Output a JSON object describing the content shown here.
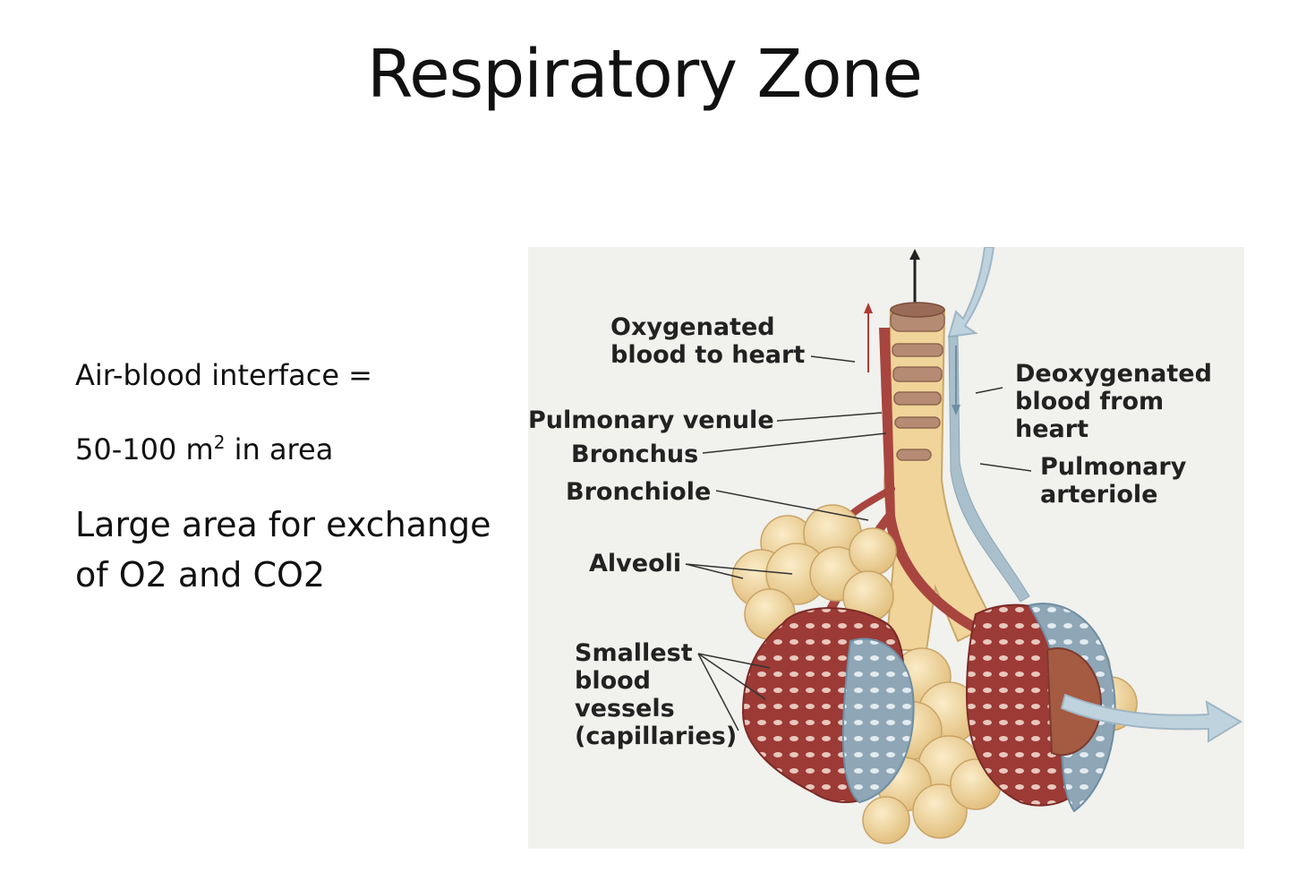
{
  "slide": {
    "title": "Respiratory Zone",
    "bullets": {
      "interface_label": "Air-blood interface =",
      "area_value": "50-100 m",
      "area_exponent": "2",
      "area_suffix": " in area",
      "exchange_text": "Large area for exchange of O2 and CO2"
    }
  },
  "figure": {
    "labels": {
      "oxygenated": "Oxygenated\nblood to heart",
      "deoxygenated": "Deoxygenated\nblood from heart",
      "venule": "Pulmonary venule",
      "bronchus": "Bronchus",
      "bronchiole": "Bronchiole",
      "arteriole": "Pulmonary\narteriole",
      "alveoli": "Alveoli",
      "capillaries": "Smallest\nblood\nvessels\n(capillaries)"
    },
    "colors": {
      "background": "#f1f1ee",
      "airway": "#f0d49a",
      "alveoli": "#f3dcaa",
      "oxygenated_vessel": "#a8453f",
      "deoxygenated_vessel": "#a9bfcc",
      "flow_arrow": "#bfd3df"
    }
  }
}
